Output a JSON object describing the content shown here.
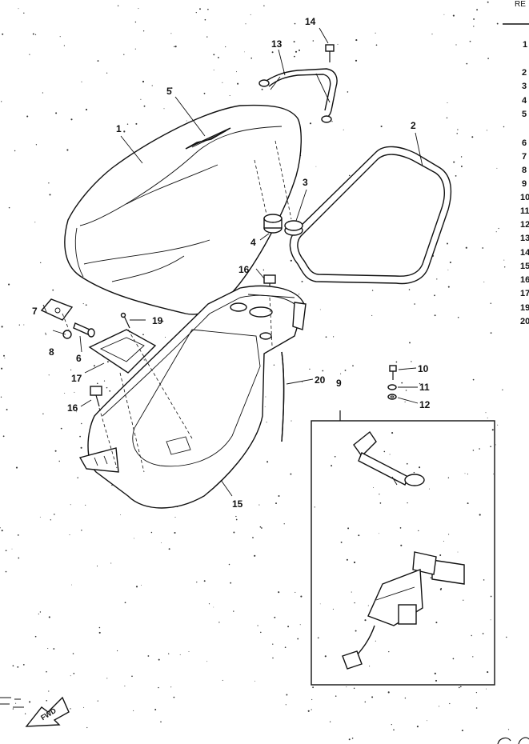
{
  "header": {
    "ref_label": "RE"
  },
  "callouts": [
    "1",
    "2",
    "3",
    "4",
    "5",
    "6",
    "7",
    "8",
    "9",
    "10",
    "11",
    "12",
    "13",
    "14",
    "15",
    "16",
    "16",
    "17",
    "19",
    "20"
  ],
  "side_numbers": [
    "1",
    "2",
    "3",
    "4",
    "5",
    "6",
    "7",
    "8",
    "9",
    "10",
    "11",
    "12",
    "13",
    "14",
    "15",
    "16",
    "17",
    "19",
    "20"
  ],
  "fwd_badge": {
    "text": "FWD"
  }
}
